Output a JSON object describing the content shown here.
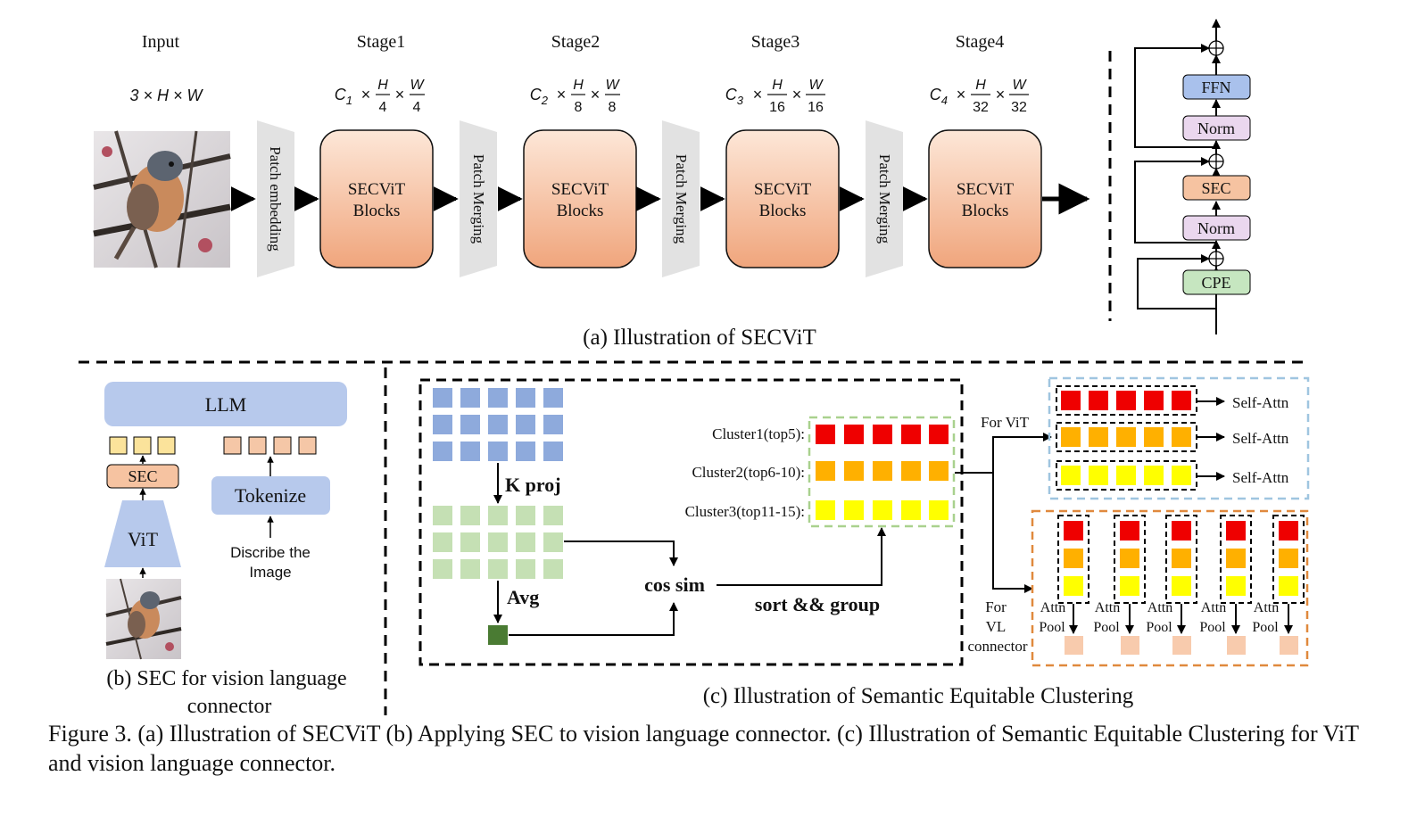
{
  "panel_a": {
    "caption": "(a) Illustration of SECViT",
    "input": {
      "label": "Input",
      "dims": "3 × H × W"
    },
    "stages": [
      {
        "label": "Stage1",
        "c": "C",
        "sub": "1",
        "h_den": "4",
        "w_den": "4",
        "block_line1": "SECViT",
        "block_line2": "Blocks"
      },
      {
        "label": "Stage2",
        "c": "C",
        "sub": "2",
        "h_den": "8",
        "w_den": "8",
        "block_line1": "SECViT",
        "block_line2": "Blocks"
      },
      {
        "label": "Stage3",
        "c": "C",
        "sub": "3",
        "h_den": "16",
        "w_den": "16",
        "block_line1": "SECViT",
        "block_line2": "Blocks"
      },
      {
        "label": "Stage4",
        "c": "C",
        "sub": "4",
        "h_den": "32",
        "w_den": "32",
        "block_line1": "SECViT",
        "block_line2": "Blocks"
      }
    ],
    "frac_num_h": "H",
    "frac_num_w": "W",
    "times": "×",
    "patch_embedding": "Patch embedding",
    "patch_merging": "Patch Merging",
    "block_detail": {
      "ffn": "FFN",
      "norm_top": "Norm",
      "sec": "SEC",
      "norm_bottom": "Norm",
      "cpe": "CPE"
    }
  },
  "panel_b": {
    "caption_line1": "(b) SEC for vision language",
    "caption_line2": "connector",
    "llm": "LLM",
    "sec": "SEC",
    "vit": "ViT",
    "tokenize": "Tokenize",
    "prompt_line1": "Discribe the",
    "prompt_line2": "Image"
  },
  "panel_c": {
    "caption": "(c) Illustration of Semantic Equitable Clustering",
    "k_proj": "K proj",
    "avg": "Avg",
    "cos_sim": "cos sim",
    "sort_group": "sort && group",
    "clusters": [
      "Cluster1(top5):",
      "Cluster2(top6-10):",
      "Cluster3(top11-15):"
    ],
    "for_vit": "For ViT",
    "for_vl": [
      "For",
      "VL",
      "connector"
    ],
    "self_attn": "Self-Attn",
    "attn_pool_line1": "Attn",
    "attn_pool_line2": "Pool"
  },
  "figure_caption": "Figure 3. (a) Illustration of SECViT (b) Applying SEC to vision language connector. (c) Illustration of Semantic Equitable Clustering for ViT and vision language connector.",
  "colors": {
    "block_fill_top": "#fde3d2",
    "block_fill_bottom": "#f2ad86",
    "trapezoid": "#e2e2e2",
    "ffn": "#a9c1ec",
    "norm": "#ead7ee",
    "sec": "#f6c3a1",
    "cpe": "#c6e6c0",
    "llm": "#b7c9ec",
    "blue_tile": "#8eaadc",
    "green_tile": "#c5e0b4",
    "avg_square": "#4a7b33",
    "cluster_red": "#ef0000",
    "cluster_orange": "#ffb000",
    "cluster_yellow": "#ffff00",
    "vit_box_border": "#9fc5e0",
    "vl_box_border": "#e0893d",
    "green_dashed": "#a9d18e",
    "token_yellow": "#fbe39b",
    "token_orange": "#f5c7a7",
    "pooled": "#f8cbad"
  }
}
